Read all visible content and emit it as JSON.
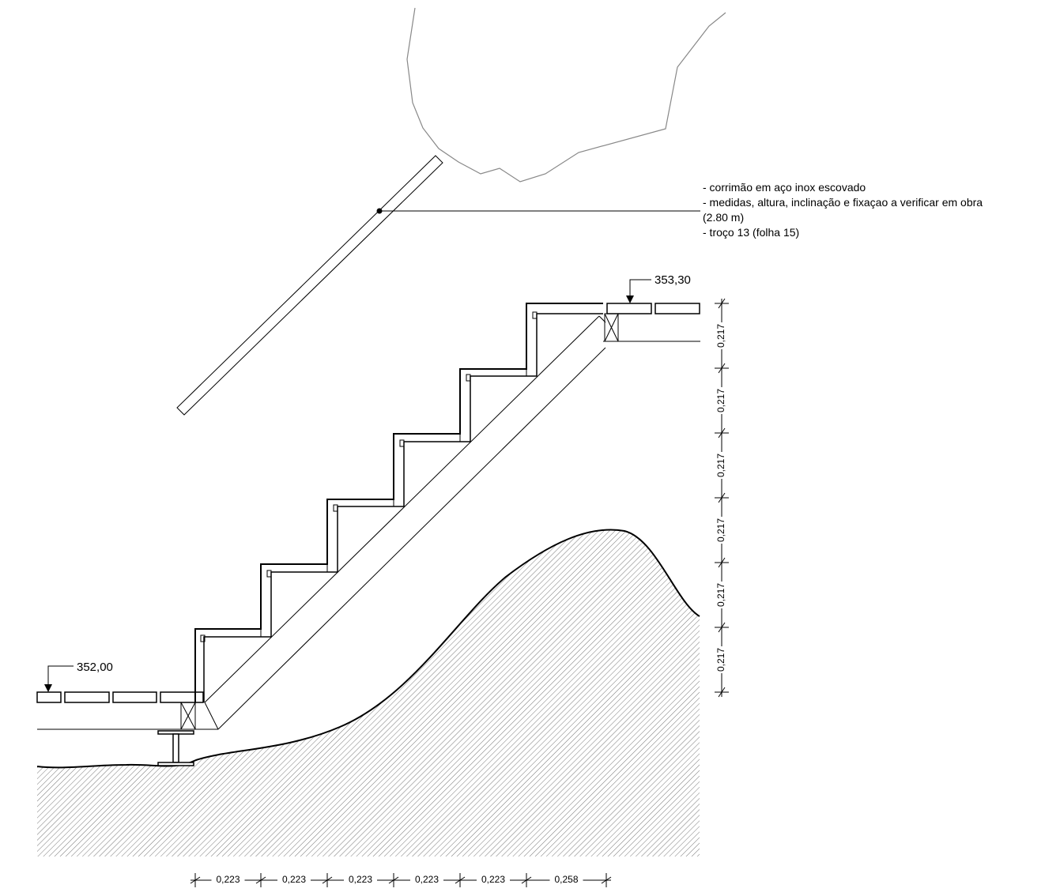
{
  "notes": {
    "line1": "- corrimão em aço inox escovado",
    "line2": "- medidas, altura, inclinação e fixaçao a verificar em obra",
    "line3": "(2.80 m)",
    "line4": "- troço 13 (folha 15)"
  },
  "levels": {
    "top": "353,30",
    "bottom": "352,00"
  },
  "dimensions": {
    "risers": [
      "0,217",
      "0,217",
      "0,217",
      "0,217",
      "0,217",
      "0,217"
    ],
    "treads": [
      "0,223",
      "0,223",
      "0,223",
      "0,223",
      "0,223",
      "0,258"
    ]
  },
  "colors": {
    "line": "#000000",
    "tree_outline": "#888888",
    "hatch": "#555555"
  }
}
